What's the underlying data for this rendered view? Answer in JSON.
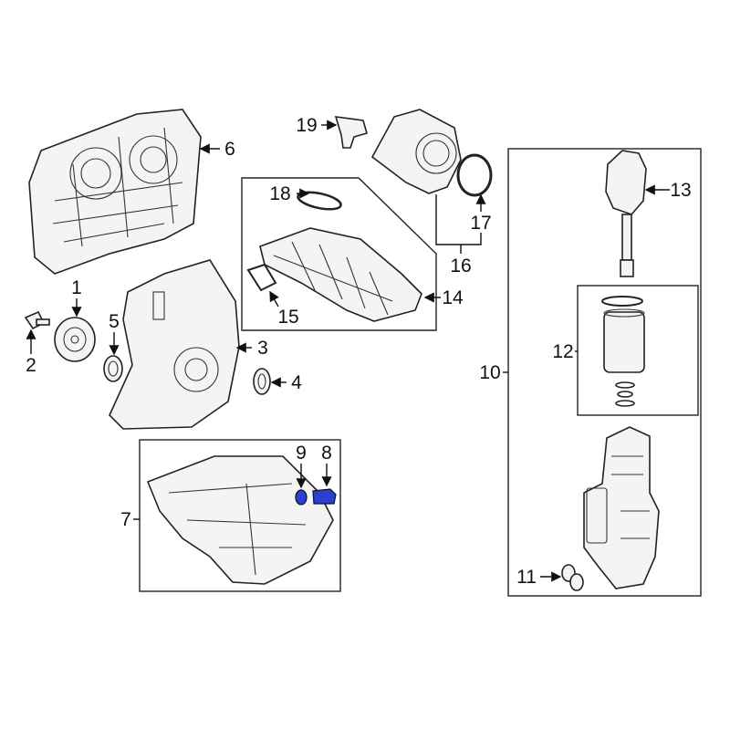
{
  "diagram": {
    "type": "exploded parts diagram",
    "accent_color": "#2b3fd0",
    "callouts": {
      "c1": "1",
      "c2": "2",
      "c3": "3",
      "c4": "4",
      "c5": "5",
      "c6": "6",
      "c7": "7",
      "c8": "8",
      "c9": "9",
      "c10": "10",
      "c11": "11",
      "c12": "12",
      "c13": "13",
      "c14": "14",
      "c15": "15",
      "c16": "16",
      "c17": "17",
      "c18": "18",
      "c19": "19"
    }
  }
}
